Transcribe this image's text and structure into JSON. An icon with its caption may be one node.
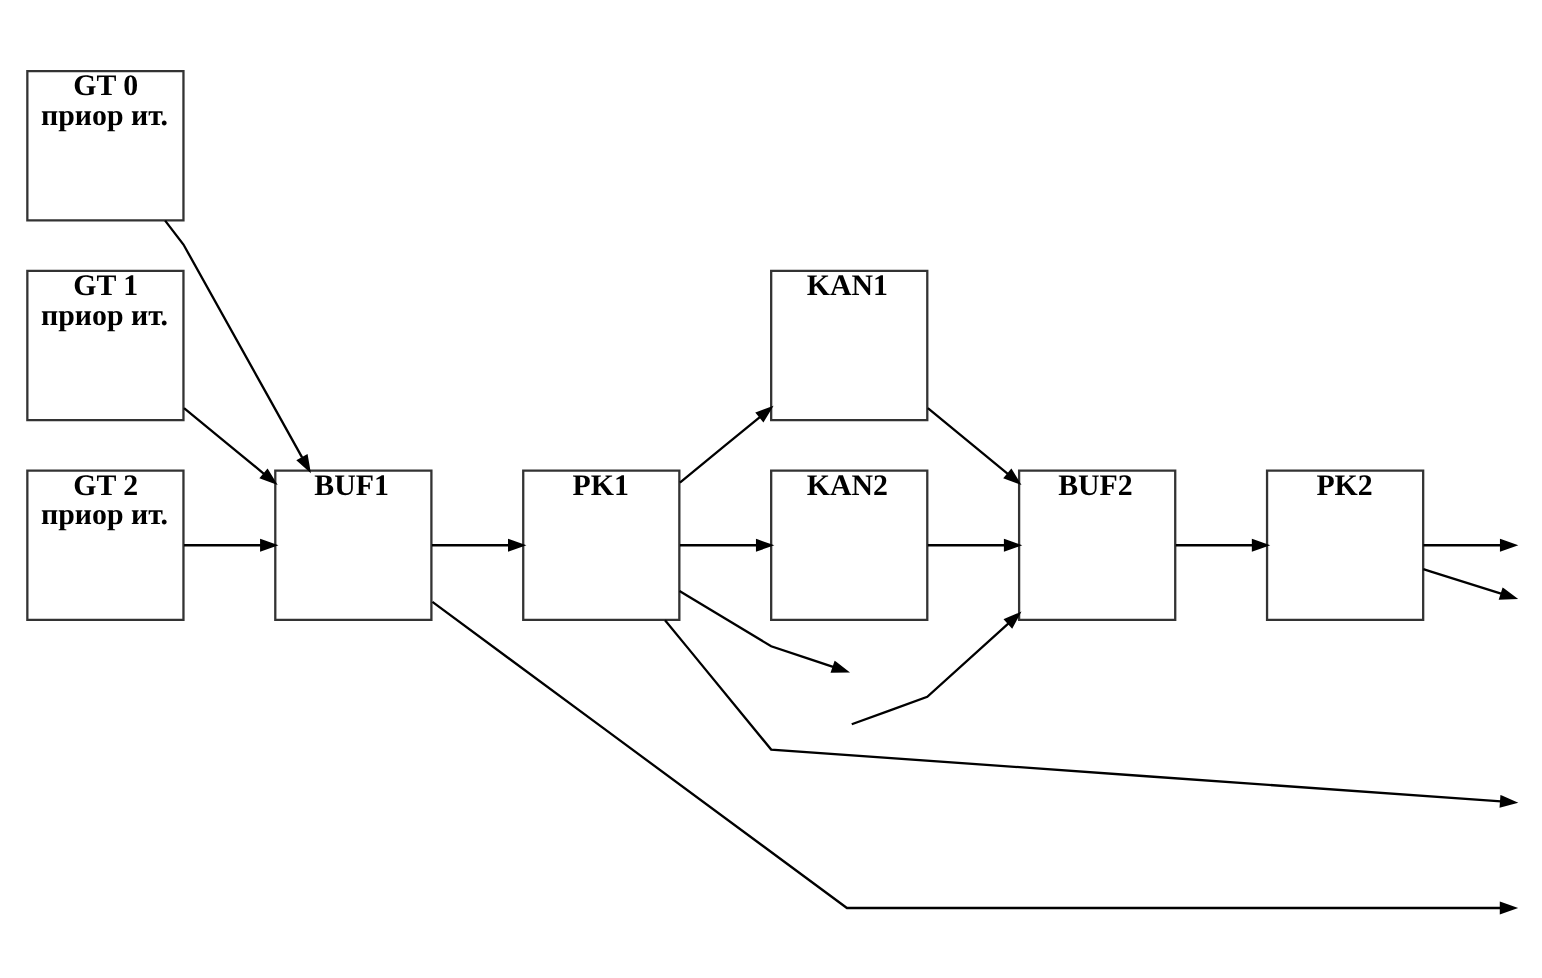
{
  "diagram": {
    "nodes": [
      {
        "text": [
          "GT 0",
          "приор ит."
        ]
      },
      {
        "text": [
          "GT 1",
          "приор ит."
        ]
      },
      {
        "text": [
          "GT 2",
          "приор ит."
        ]
      },
      {
        "text": [
          "BUF1"
        ]
      },
      {
        "text": [
          "PK1"
        ]
      },
      {
        "text": [
          "KAN1"
        ]
      },
      {
        "text": [
          "KAN2"
        ]
      },
      {
        "text": [
          "BUF2"
        ]
      },
      {
        "text": [
          "PK2"
        ]
      }
    ],
    "edges": [
      {
        "from": 0,
        "to": 3,
        "arrow": "to"
      },
      {
        "from": 1,
        "to": 3,
        "arrow": "to"
      },
      {
        "from": 2,
        "to": 3,
        "arrow": "to"
      },
      {
        "from": 3,
        "to": 4,
        "arrow": "to"
      },
      {
        "from": 4,
        "to": 5,
        "arrow": "to"
      },
      {
        "from": 4,
        "to": 6,
        "arrow": "to"
      },
      {
        "from": 4,
        "to": null,
        "arrow": "to"
      },
      {
        "from": 4,
        "to": null,
        "arrow": "to"
      },
      {
        "from": 5,
        "to": 7,
        "arrow": "to"
      },
      {
        "from": 6,
        "to": 7,
        "arrow": "to"
      },
      {
        "from": null,
        "to": 7,
        "arrow": "to"
      },
      {
        "from": 7,
        "to": 8,
        "arrow": "to"
      },
      {
        "from": 8,
        "to": null,
        "arrow": "to"
      },
      {
        "from": 8,
        "to": null,
        "arrow": "to"
      },
      {
        "from": 3,
        "to": null,
        "arrow": "to"
      }
    ]
  }
}
